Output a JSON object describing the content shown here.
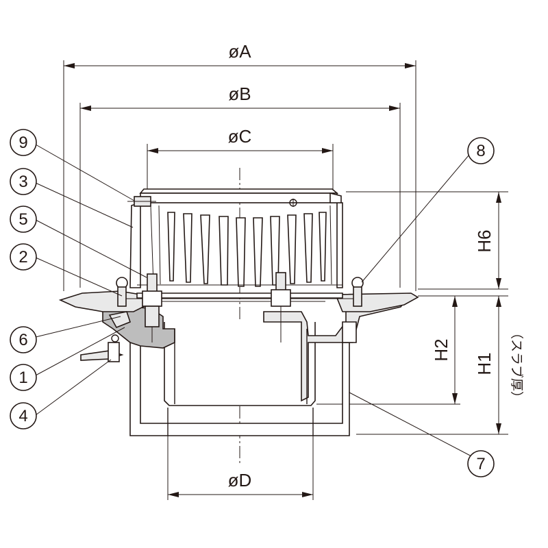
{
  "dimensions": {
    "dia_a": "øA",
    "dia_b": "øB",
    "dia_c": "øC",
    "dia_d": "øD",
    "h6": "H6",
    "h2": "H2",
    "h1": "H1",
    "slab_note": "（スラブ厚）"
  },
  "callouts": [
    "9",
    "3",
    "5",
    "2",
    "6",
    "1",
    "4",
    "8",
    "7"
  ]
}
